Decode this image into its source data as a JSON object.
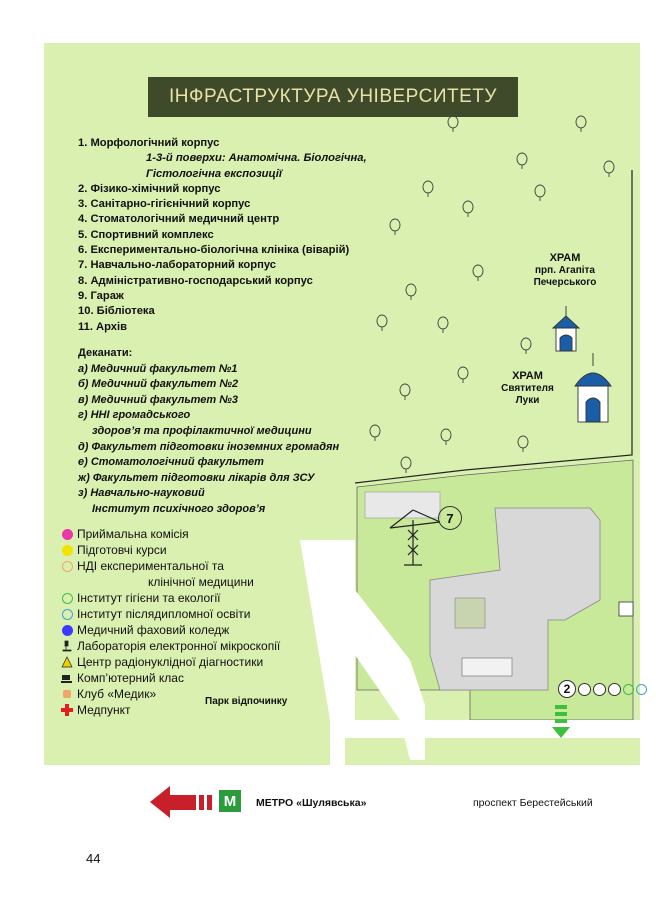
{
  "title": "ІНФРАСТРУКТУРА УНІВЕРСИТЕТУ",
  "buildings": [
    "1. Морфологічний корпус",
    "2. Фізико-хімічний корпус",
    "3. Санітарно-гігієнічний корпус",
    "4. Стоматологічний медичний центр",
    "5. Спортивний комплекс",
    "6. Експериментально-біологічна клініка (віварій)",
    "7. Навчально-лабораторний корпус",
    "8. Адміністративно-господарський корпус",
    "9. Гараж",
    "10. Бібліотека",
    "11. Архів"
  ],
  "building1_sub": [
    "1-3-й поверхи: Анатомічна. Біологічна,",
    "Гістологічна експозиції"
  ],
  "deans_heading": "Деканати:",
  "deans": [
    "а)  Медичний факультет №1",
    "б)  Медичний факультет №2",
    "в)  Медичний факультет №3",
    "г)  ННІ громадського",
    "здоров’я та профілактичної медицини",
    "д) Факультет підготовки іноземних громадян",
    "е)  Стоматологічний факультет",
    "ж) Факультет підготовки лікарів для ЗСУ",
    "з)  Навчально-науковий",
    "Інститут психічного здоров’я"
  ],
  "legend": [
    {
      "label": "Приймальна комісія",
      "icon": "magenta-dot",
      "color": "#e83aa8"
    },
    {
      "label": "Підготовчі курси",
      "icon": "yellow-dot",
      "color": "#f2e200"
    },
    {
      "label": "НДІ експериментальної та",
      "icon": "orange-ring",
      "color": "#f0a56a"
    },
    {
      "label": "клінічної медицини",
      "icon": "none",
      "color": ""
    },
    {
      "label": "Інститут гігієни та екології",
      "icon": "green-ring",
      "color": "#3fbf3f"
    },
    {
      "label": "Інститут післядипломної освіти",
      "icon": "blue-ring",
      "color": "#4a9ad8"
    },
    {
      "label": "Медичний фаховий коледж",
      "icon": "blue-dot",
      "color": "#3b3bff"
    },
    {
      "label": "Лабораторія електронної мікроскопії",
      "icon": "microscope-icon",
      "color": "#222222"
    },
    {
      "label": "Центр радіонуклідної діагностики",
      "icon": "radiation-icon",
      "color": "#e0b000"
    },
    {
      "label": "Комп’ютерний клас",
      "icon": "computer-icon",
      "color": "#222222"
    },
    {
      "label": "Клуб «Медик»",
      "icon": "club-icon",
      "color": "#f0a56a"
    },
    {
      "label": "Медпункт",
      "icon": "red-cross-icon",
      "color": "#e02020"
    }
  ],
  "temple1": [
    "ХРАМ",
    "прп. Агапіта",
    "Печерського"
  ],
  "temple2": [
    "ХРАМ",
    "Святителя",
    "Луки"
  ],
  "park_label": "Парк відпочинку",
  "building_number": "7",
  "metro_letter": "М",
  "metro_label": "МЕТРО «Шулявська»",
  "avenue_label": "проспект Берестейський",
  "marker_2": "2",
  "page_number": "44",
  "colors": {
    "background": "#d9f0b0",
    "title_bar": "#3f4a2a",
    "title_text": "#e9e2a8",
    "campus": "#b8e290",
    "road": "#ffffff",
    "arrow": "#c8202a",
    "metro": "#2a9c3c"
  }
}
